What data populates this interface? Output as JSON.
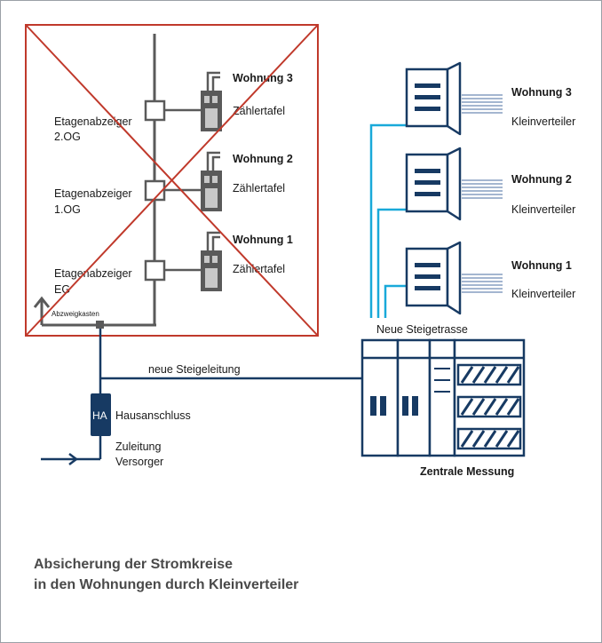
{
  "colors": {
    "old_building": "#5a5a5a",
    "meter_light": "#c8c8c8",
    "cross": "#c0392b",
    "navy": "#173a63",
    "riser_blue": "#19a9d9",
    "frame": "#9aa0a6"
  },
  "old_system": {
    "floors": [
      {
        "line1": "Etagenabzeiger",
        "line2": "2.OG",
        "apartment": "Wohnung 3",
        "panel": "Zählertafel"
      },
      {
        "line1": "Etagenabzeiger",
        "line2": "1.OG",
        "apartment": "Wohnung 2",
        "panel": "Zählertafel"
      },
      {
        "line1": "Etagenabzeiger",
        "line2": "EG",
        "apartment": "Wohnung 1",
        "panel": "Zählertafel"
      }
    ],
    "junction_box": "Abzweigkasten"
  },
  "new_system": {
    "units": [
      {
        "apartment": "Wohnung 3",
        "distributor": "Kleinverteiler"
      },
      {
        "apartment": "Wohnung 2",
        "distributor": "Kleinverteiler"
      },
      {
        "apartment": "Wohnung 1",
        "distributor": "Kleinverteiler"
      }
    ],
    "riser_route": "Neue Steigetrasse",
    "riser_line": "neue Steigeleitung",
    "central_metering": "Zentrale Messung"
  },
  "house_connection": {
    "badge": "HA",
    "label": "Hausanschluss",
    "supply_line1": "Zuleitung",
    "supply_line2": "Versorger"
  },
  "caption": {
    "line1": "Absicherung der Stromkreise",
    "line2": "in den Wohnungen durch Kleinverteiler"
  }
}
